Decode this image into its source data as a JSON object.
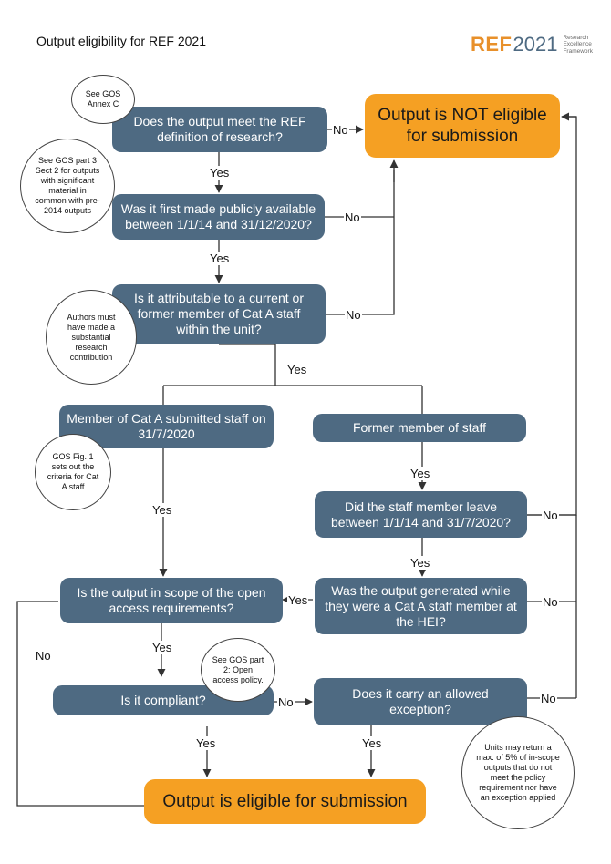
{
  "header": {
    "title": "Output eligibility for REF 2021",
    "logo_ref": "REF",
    "logo_year": "2021",
    "logo_line1": "Research",
    "logo_line2": "Excellence",
    "logo_line3": "Framework"
  },
  "nodes": {
    "q_research": "Does the output meet the REF definition of research?",
    "not_eligible": "Output is NOT eligible for submission",
    "q_public": "Was it first made publicly available between 1/1/14 and 31/12/2020?",
    "q_attributable": "Is it attributable to a current or former member of Cat A staff within the unit?",
    "member_submitted": "Member of Cat A submitted staff on 31/7/2020",
    "former_member": "Former member of staff",
    "q_leave": "Did the staff member leave between 1/1/14 and 31/7/2020?",
    "q_generated": "Was the output generated while they were a Cat A staff member at the HEI?",
    "q_scope": "Is the output in scope of the open access requirements?",
    "q_compliant": "Is it compliant?",
    "q_exception": "Does it carry an allowed exception?",
    "eligible": "Output is eligible for submission"
  },
  "notes": {
    "annex_c": "See GOS Annex C",
    "part3": "See GOS part 3 Sect 2 for outputs with significant material in common with pre-2014 outputs",
    "authors": "Authors must have made a substantial research contribution",
    "fig1": "GOS Fig. 1 sets out the criteria for Cat A staff",
    "part2": "See GOS part 2: Open access policy.",
    "units": "Units may return a max. of 5% of in-scope outputs that do not meet the policy requirement nor have an exception applied"
  },
  "labels": {
    "yes": "Yes",
    "no": "No"
  },
  "colors": {
    "box_blue": "#4e6a82",
    "box_orange": "#f5a023",
    "line": "#333333",
    "logo_orange": "#e8902a"
  }
}
